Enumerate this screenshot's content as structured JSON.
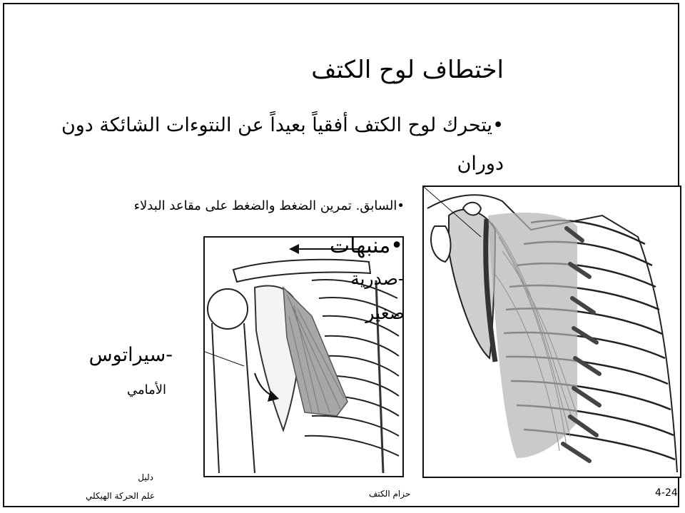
{
  "slide": {
    "title": "اختطاف لوح الكتف",
    "bullet1_line1": "•يتحرك لوح الكتف أفقياً بعيداً عن النتوءات الشائكة دون",
    "bullet1_line2": "دوران",
    "bullet2": "•السابق. تمرين الضغط والضغط على مقاعد البدلاء"
  },
  "labels": {
    "minor_1": "•منبهات",
    "minor_2": "-صدرية",
    "minor_3": "صغير",
    "serratus_1": "-سيراتوس",
    "serratus_2": "الأمامي"
  },
  "footer": {
    "left_line1": "دليل",
    "left_line2": "علم الحركة الهيكلي",
    "center": "حزام الكتف",
    "page_number": "4-24"
  },
  "colors": {
    "background": "#ffffff",
    "border": "#111111",
    "muscle_gray": "#9a9a9a"
  }
}
